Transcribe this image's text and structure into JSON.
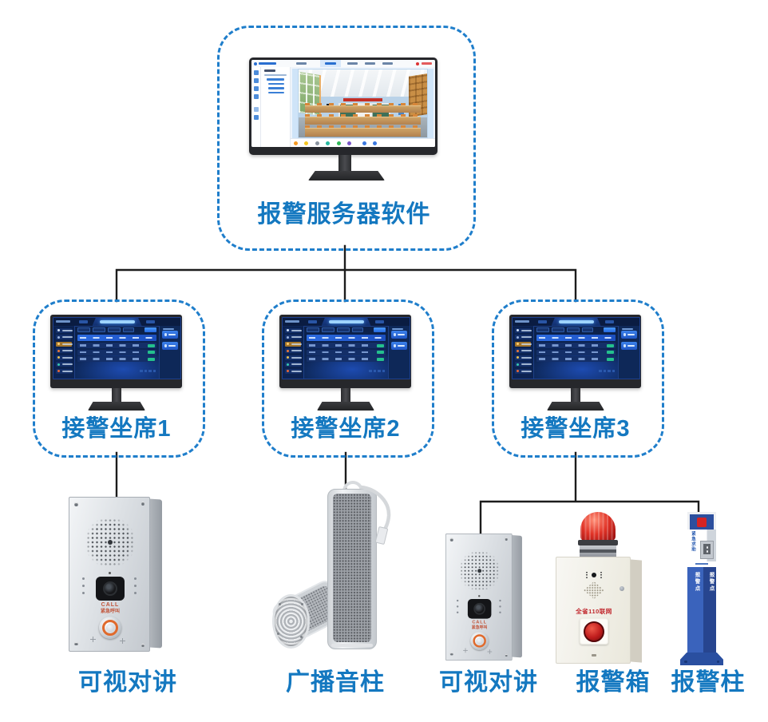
{
  "diagram": {
    "server": {
      "label": "报警服务器软件"
    },
    "seats": [
      {
        "label": "接警坐席1"
      },
      {
        "label": "接警坐席2"
      },
      {
        "label": "接警坐席3"
      }
    ],
    "devices": {
      "intercom1": {
        "label": "可视对讲",
        "call_line1": "CALL",
        "call_line2": "紧急呼叫"
      },
      "speaker": {
        "label": "广播音柱"
      },
      "intercom2": {
        "label": "可视对讲",
        "call_line1": "CALL",
        "call_line2": "紧急呼叫"
      },
      "alarm_box": {
        "label": "报警箱",
        "panel_text": "全省110联网"
      },
      "pillar": {
        "label": "报警柱",
        "head_text": "紧急求助",
        "side_text_left": "报警点",
        "side_text_right": "报警点"
      }
    },
    "colors": {
      "label_blue": "#1478c0",
      "dashed_border": "#1f7ecb",
      "connector": "#1c1c1c"
    }
  }
}
